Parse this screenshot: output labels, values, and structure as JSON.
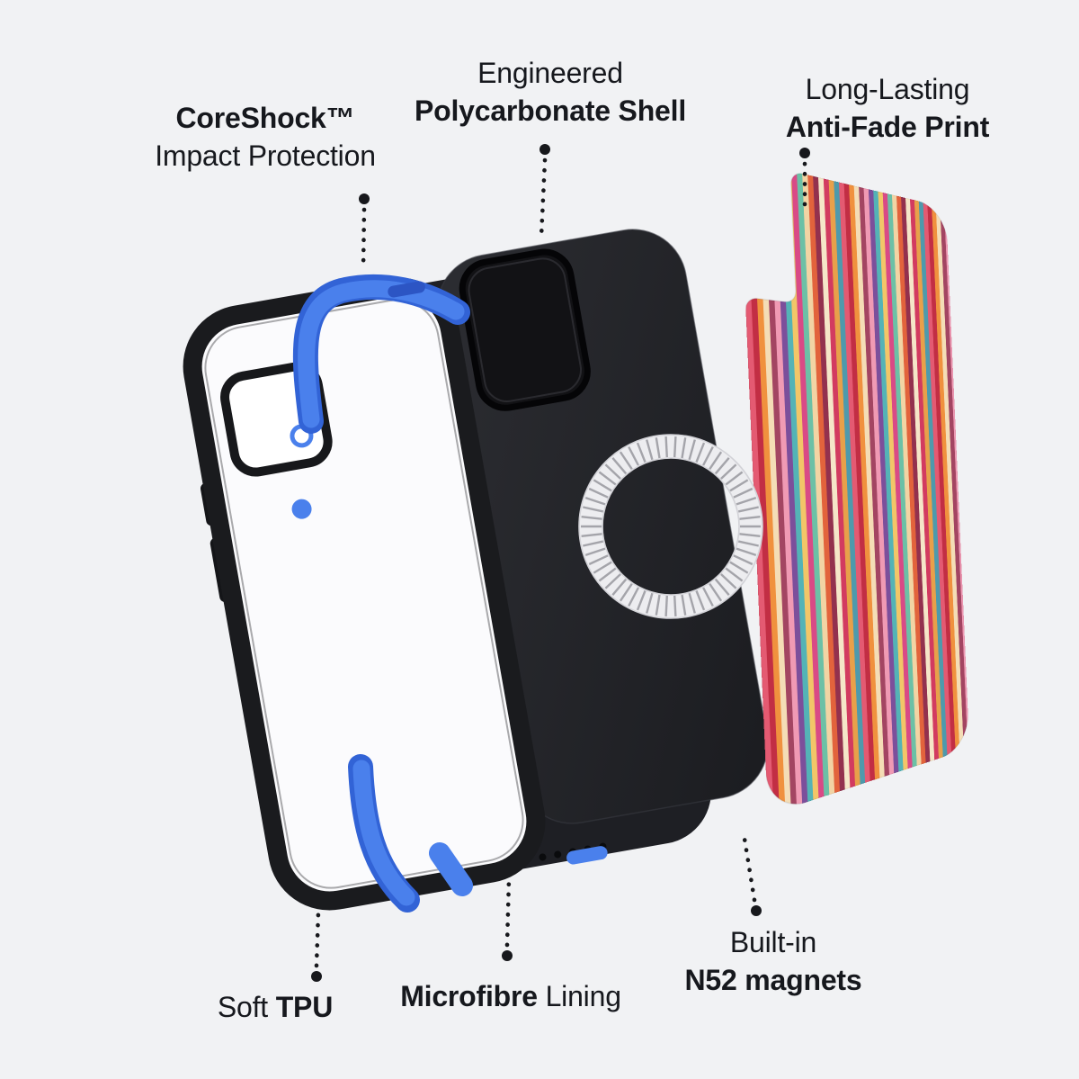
{
  "labels": {
    "coreshock": {
      "bold": "CoreShock™",
      "rest": "Impact Protection"
    },
    "shell": {
      "rest": "Engineered",
      "bold": "Polycarbonate Shell"
    },
    "print": {
      "rest": "Long-Lasting",
      "bold": "Anti-Fade Print"
    },
    "tpu": {
      "rest": "Soft ",
      "bold": "TPU"
    },
    "microfibre": {
      "bold": "Microfibre",
      "rest": " Lining"
    },
    "magnets": {
      "rest": "Built-in",
      "bold": "N52 magnets"
    }
  },
  "colors": {
    "background": "#f1f2f4",
    "accent_blue": "#4a80ec",
    "accent_blue_dark": "#3263d6",
    "accent_blue_slot": "#2c55c4",
    "frame_black": "#1a1b1e",
    "lining_black": "#1e1f24",
    "shell_dark": "#232428",
    "ring_white": "#ededf0",
    "ring_tick": "#a4a4aa",
    "connector_dark": "#17181c",
    "stripes": [
      "#e45a72",
      "#c22e44",
      "#f0913e",
      "#f4ddb6",
      "#a34562",
      "#f09ab4",
      "#7c4f9b",
      "#54b3b6",
      "#f2c668",
      "#d94a86",
      "#6cc0a6",
      "#f2d4a4",
      "#e2633c",
      "#93314e",
      "#f5e6c8",
      "#d23b60",
      "#e8a04a",
      "#4e9aac"
    ]
  }
}
